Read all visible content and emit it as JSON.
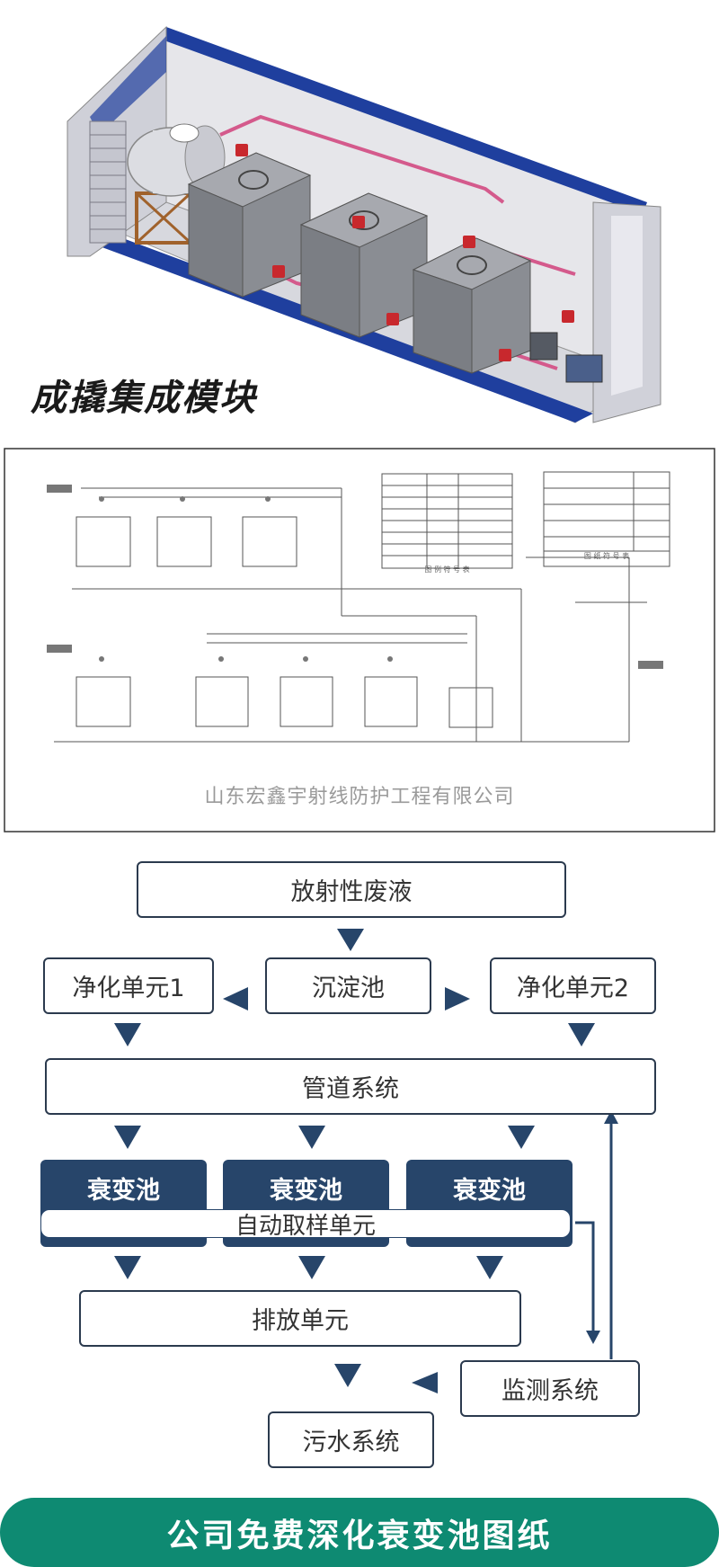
{
  "illustration": {
    "title": "成撬集成模块"
  },
  "schematic": {
    "company": "山东宏鑫宇射线防护工程有限公司",
    "legend_title": "图 例 符 号 表",
    "legend_sheet_title": "图 纸 符 号 表"
  },
  "flowchart": {
    "waste_liquid": "放射性废液",
    "sedimentation_tank": "沉淀池",
    "purification_1": "净化单元1",
    "purification_2": "净化单元2",
    "pipeline_system": "管道系统",
    "decay_tank_1": "衰变池",
    "decay_tank_2": "衰变池",
    "decay_tank_3": "衰变池",
    "auto_sampling": "自动取样单元",
    "discharge_unit": "排放单元",
    "monitoring_system": "监测系统",
    "sewage_system": "污水系统"
  },
  "footer": {
    "text": "公司免费深化衰变池图纸"
  },
  "colors": {
    "navy": "#27456a",
    "box_border": "#2b3a4e",
    "footer_green": "#0e8a72",
    "wall_blue": "#1f3f9e",
    "tank_gray": "#8a8d93",
    "pipe_pink": "#d45a8c",
    "valve_red": "#c8282d"
  }
}
